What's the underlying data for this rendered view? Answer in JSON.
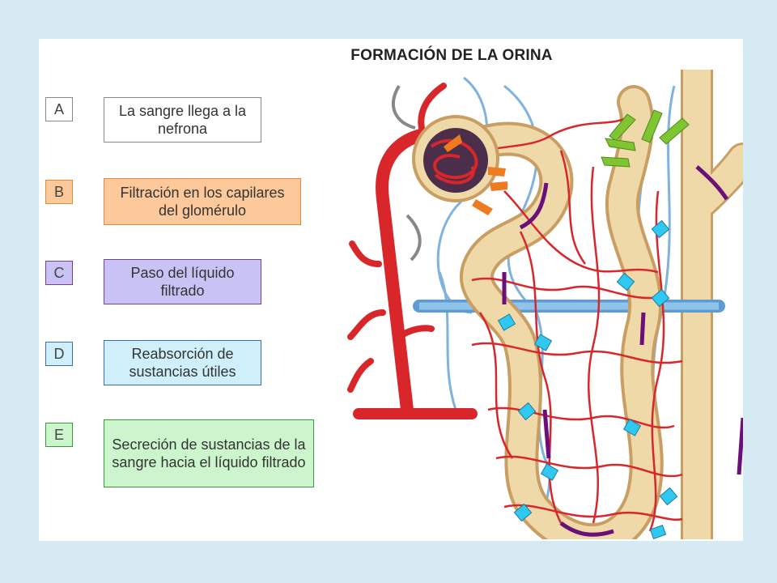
{
  "title": "FORMACIÓN DE LA ORINA",
  "steps": [
    {
      "letter": "A",
      "text": "La sangre llega a la nefrona",
      "color": "#ffffff",
      "border": "#888888"
    },
    {
      "letter": "B",
      "text": "Filtración en los capilares del glomérulo",
      "color": "#fdc99a",
      "border": "#e08a3c"
    },
    {
      "letter": "C",
      "text": "Paso del líquido filtrado",
      "color": "#c9c3f5",
      "border": "#7a3d8f"
    },
    {
      "letter": "D",
      "text": "Reabsorción de sustancias útiles",
      "color": "#cff0fa",
      "border": "#3b6fb0"
    },
    {
      "letter": "E",
      "text": "Secreción de sustancias de la sangre hacia el líquido filtrado",
      "color": "#cdf5cd",
      "border": "#3a9a3a"
    }
  ],
  "colors": {
    "background": "#d6eaf3",
    "panel": "#ffffff",
    "tubule": "#f0d9a8",
    "artery": "#d8262b",
    "vein": "#7fb2dd",
    "glomerulus": "#4a2e4a",
    "arrow_orange": "#f07a1e",
    "arrow_purple": "#6b0f7a",
    "arrow_cyan": "#30c8f0",
    "arrow_green": "#7fc431"
  }
}
